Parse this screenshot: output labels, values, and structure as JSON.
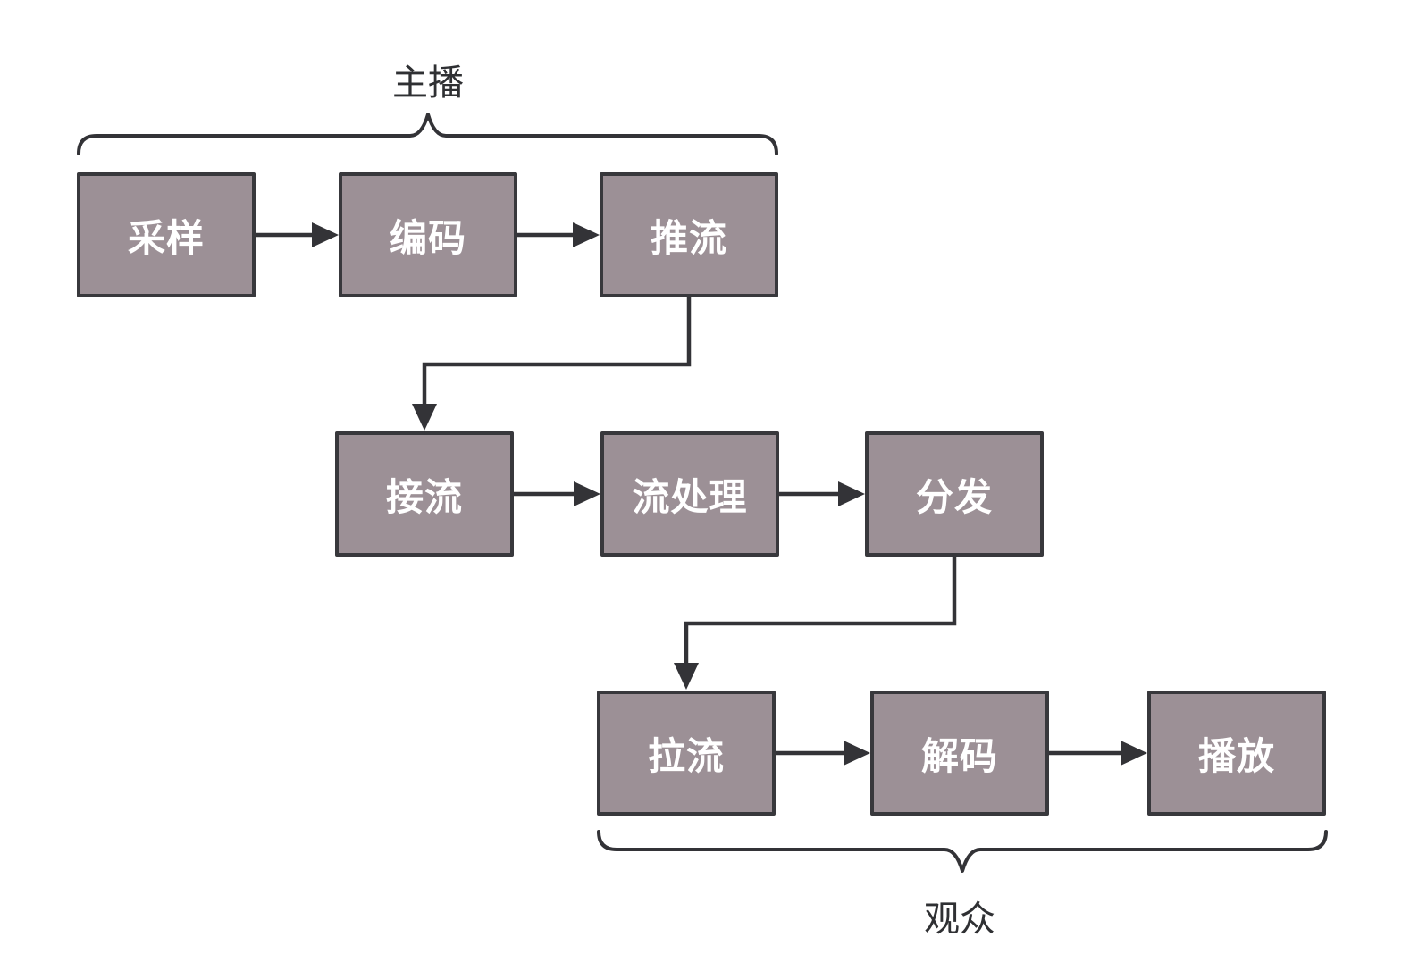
{
  "groups": {
    "host": {
      "label": "主播"
    },
    "audience": {
      "label": "观众"
    }
  },
  "nodes": {
    "sampling": {
      "label": "采样"
    },
    "encoding": {
      "label": "编码"
    },
    "push": {
      "label": "推流"
    },
    "ingest": {
      "label": "接流"
    },
    "processing": {
      "label": "流处理"
    },
    "distribution": {
      "label": "分发"
    },
    "pull": {
      "label": "拉流"
    },
    "decoding": {
      "label": "解码"
    },
    "playback": {
      "label": "播放"
    }
  },
  "edges": [
    {
      "from": "采样",
      "to": "编码"
    },
    {
      "from": "编码",
      "to": "推流"
    },
    {
      "from": "推流",
      "to": "接流"
    },
    {
      "from": "接流",
      "to": "流处理"
    },
    {
      "from": "流处理",
      "to": "分发"
    },
    {
      "from": "分发",
      "to": "拉流"
    },
    {
      "from": "拉流",
      "to": "解码"
    },
    {
      "from": "解码",
      "to": "播放"
    }
  ],
  "group_membership": {
    "主播": [
      "采样",
      "编码",
      "推流"
    ],
    "观众": [
      "拉流",
      "解码",
      "播放"
    ]
  },
  "colors": {
    "background": "#ffffff",
    "node_fill": "#9c9096",
    "node_border": "#38383c",
    "node_text": "#ffffff",
    "line": "#333337",
    "label_text": "#2f3033"
  }
}
